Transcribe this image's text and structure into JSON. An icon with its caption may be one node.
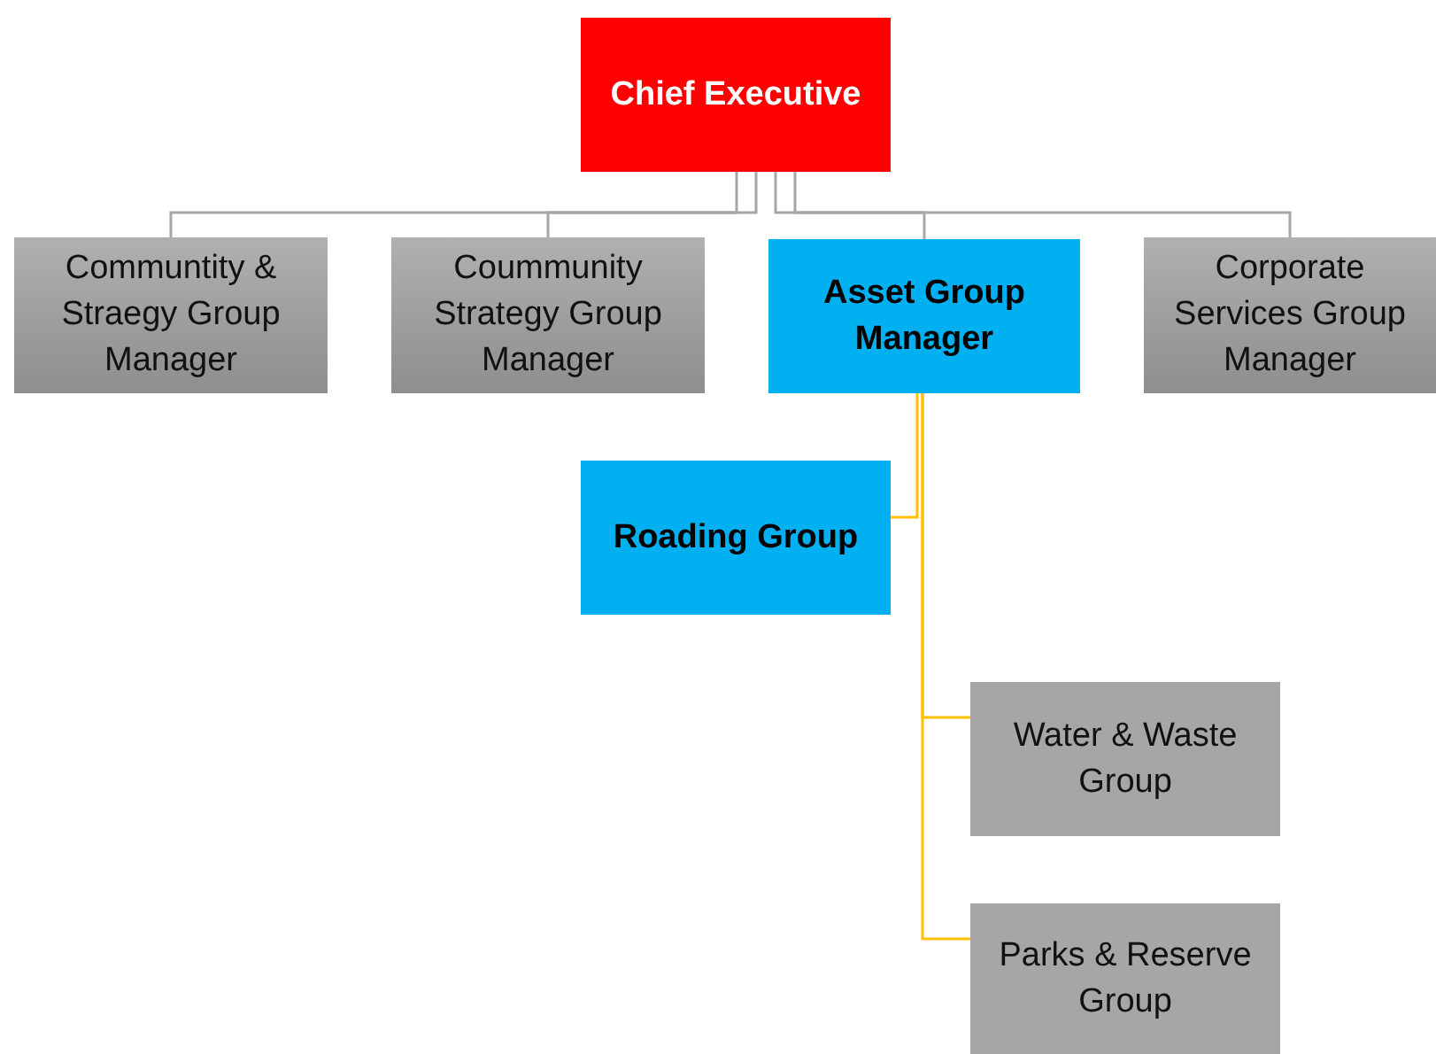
{
  "diagram": {
    "nodes": [
      {
        "text": [
          "Chief Executive"
        ]
      },
      {
        "text": [
          "Communtity & Straegy Group Manager"
        ]
      },
      {
        "text": [
          "Coummunity Strategy Group Manager"
        ]
      },
      {
        "text": [
          "Asset Group Manager"
        ]
      },
      {
        "text": [
          "Corporate Services Group Manager"
        ]
      },
      {
        "text": [
          "Roading Group"
        ]
      },
      {
        "text": [
          "Water & Waste Group"
        ]
      },
      {
        "text": [
          "Parks & Reserve Group"
        ]
      }
    ],
    "edges": [
      {
        "from": 0,
        "to": 1,
        "arrow": "none"
      },
      {
        "from": 0,
        "to": 2,
        "arrow": "none"
      },
      {
        "from": 0,
        "to": 3,
        "arrow": "none"
      },
      {
        "from": 0,
        "to": 4,
        "arrow": "none"
      },
      {
        "from": 3,
        "to": 5,
        "arrow": "none",
        "color": "#ffc000"
      },
      {
        "from": 3,
        "to": 6,
        "arrow": "none",
        "color": "#ffc000"
      },
      {
        "from": 3,
        "to": 7,
        "arrow": "none",
        "color": "#ffc000"
      }
    ]
  }
}
